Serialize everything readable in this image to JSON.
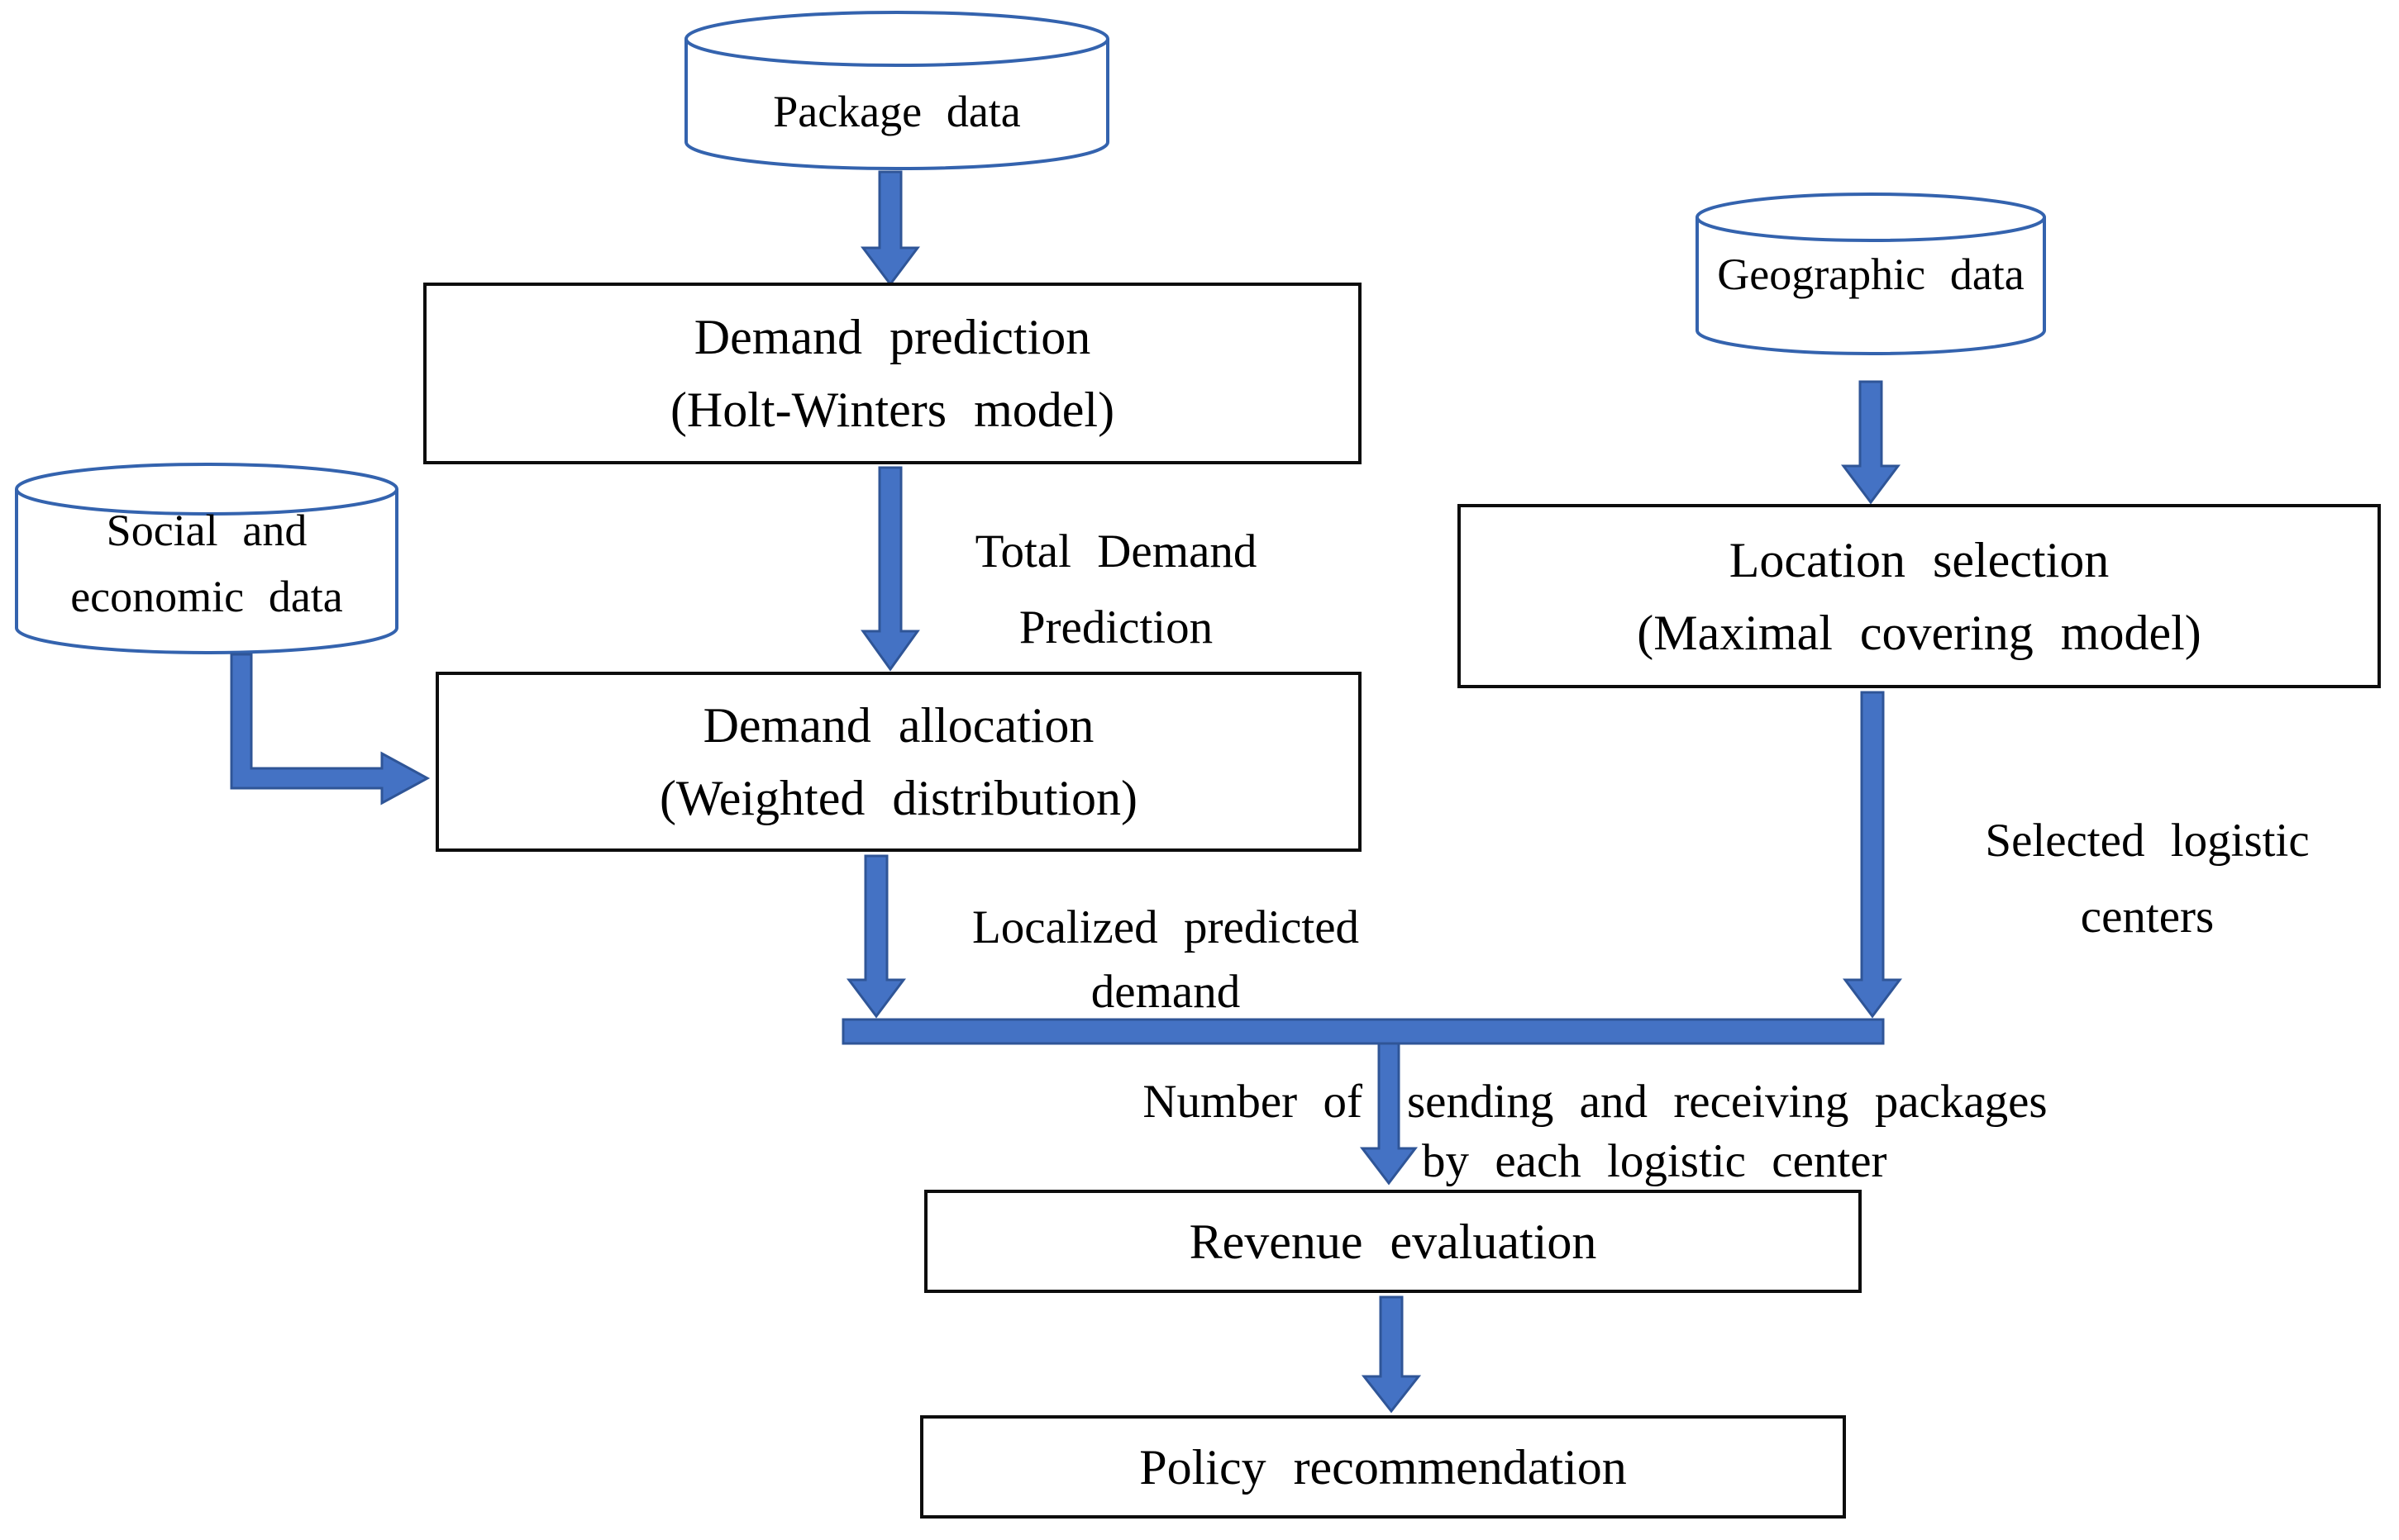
{
  "colors": {
    "arrow_fill": "#4472C4",
    "arrow_stroke": "#2F5597",
    "cylinder_stroke": "#3463AE",
    "box_border": "#0d0d0d",
    "text": "#000000",
    "background": "#ffffff"
  },
  "nodes": {
    "package_data": {
      "type": "datastore",
      "label": "Package data"
    },
    "social_economic_data": {
      "type": "datastore",
      "label_line1": "Social and",
      "label_line2": "economic data"
    },
    "geographic_data": {
      "type": "datastore",
      "label": "Geographic data"
    },
    "demand_prediction": {
      "type": "process",
      "title": "Demand prediction",
      "subtitle": "(Holt-Winters model)"
    },
    "demand_allocation": {
      "type": "process",
      "title": "Demand allocation",
      "subtitle": "(Weighted distribution)"
    },
    "location_selection": {
      "type": "process",
      "title": "Location selection",
      "subtitle": "(Maximal covering model)"
    },
    "revenue_evaluation": {
      "type": "process",
      "title": "Revenue evaluation"
    },
    "policy_recommendation": {
      "type": "process",
      "title": "Policy recommendation"
    }
  },
  "edge_labels": {
    "total_demand_prediction": {
      "line1": "Total Demand",
      "line2": "Prediction"
    },
    "localized_predicted_demand": {
      "line1": "Localized predicted",
      "line2": "demand"
    },
    "selected_logistic_centers": {
      "line1": "Selected logistic",
      "line2": "centers"
    },
    "packages_by_center": {
      "part_left": "Number of",
      "part_right": "sending and receiving packages",
      "line2": "by each logistic center"
    }
  }
}
